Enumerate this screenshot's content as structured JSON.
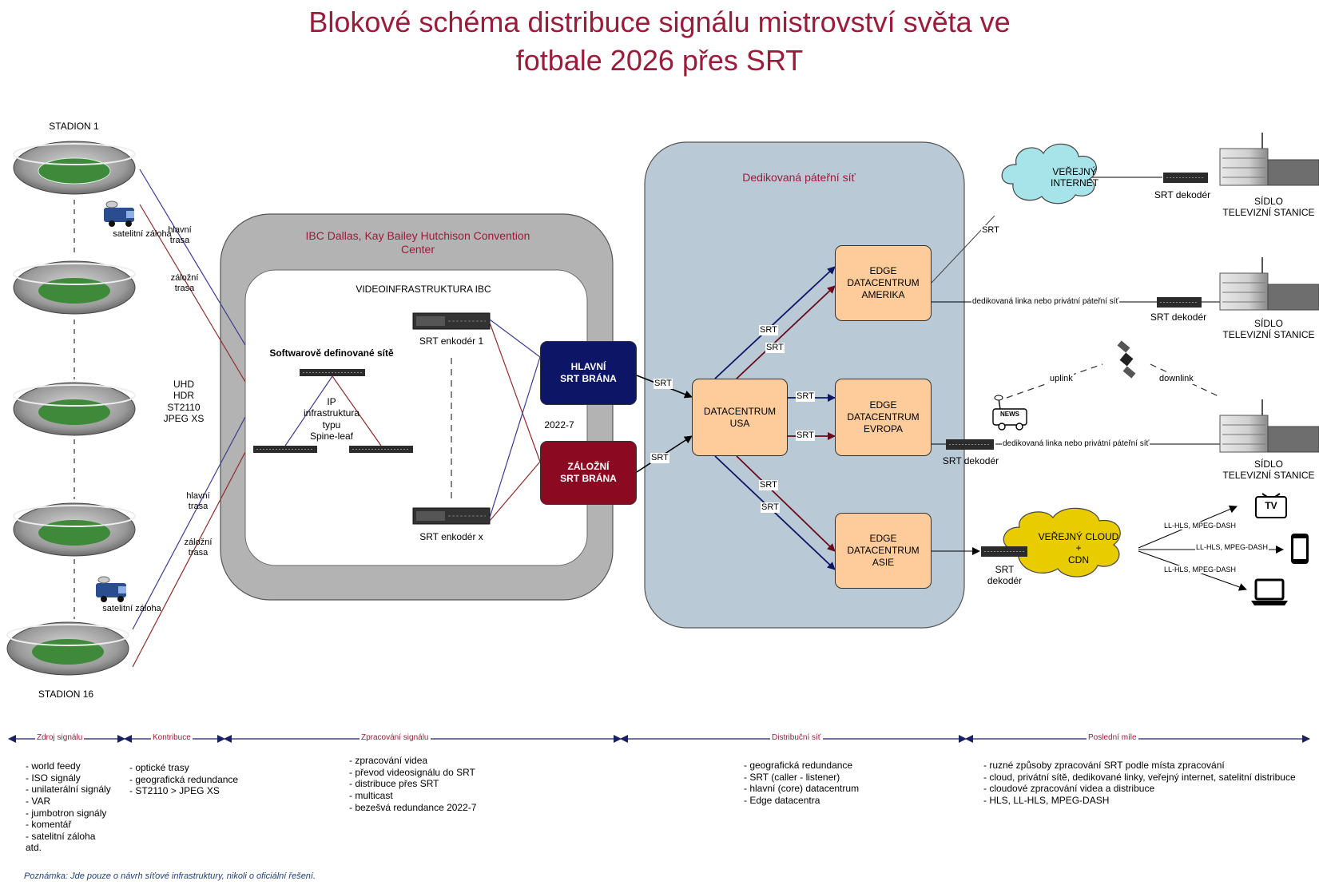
{
  "title": {
    "line1": "Blokové schéma distribuce signálu mistrovství světa ve",
    "line2": "fotbale 2026 přes SRT"
  },
  "stadiums": {
    "first": "STADION 1",
    "last": "STADION 16",
    "satellite_backup": "satelitní záloha",
    "signal_format": [
      "UHD",
      "HDR",
      "ST2110",
      "JPEG XS"
    ],
    "main_route": [
      "hlavní",
      "trasa"
    ],
    "backup_route": [
      "záložní",
      "trasa"
    ]
  },
  "ibc": {
    "title": [
      "IBC Dallas, Kay Bailey Hutchison Convention",
      "Center"
    ],
    "inner_title": "VIDEOINFRASTRUKTURA IBC",
    "sdn_title": "Softwarově definované sítě",
    "ip_infra": [
      "IP",
      "infrastruktura",
      "typu",
      "Spine-leaf"
    ],
    "encoder_1": "SRT enkodér 1",
    "encoder_x": "SRT enkodér x",
    "redundancy": "2022-7",
    "main_gateway": [
      "HLAVNÍ",
      "SRT BRÁNA"
    ],
    "backup_gateway": [
      "ZÁLOŽNÍ",
      "SRT BRÁNA"
    ]
  },
  "backbone": {
    "title": "Dedikovaná páteřní síť",
    "dc_usa": [
      "DATACENTRUM",
      "USA"
    ],
    "edge_america": [
      "EDGE",
      "DATACENTRUM",
      "AMERIKA"
    ],
    "edge_europe": [
      "EDGE",
      "DATACENTRUM",
      "EVROPA"
    ],
    "edge_asia": [
      "EDGE",
      "DATACENTRUM",
      "ASIE"
    ],
    "srt": "SRT"
  },
  "last_mile": {
    "public_internet": [
      "VEŘEJNÝ",
      "INTERNET"
    ],
    "srt_decoder": "SRT dekodér",
    "srt_decoder_split": [
      "SRT",
      "dekodér"
    ],
    "tv_station": [
      "SÍDLO",
      "TELEVIZNÍ STANICE"
    ],
    "dedicated_line": "dedikovaná linka nebo privátní páteřní síť",
    "uplink": "uplink",
    "downlink": "downlink",
    "news": "NEWS",
    "public_cloud": [
      "VEŘEJNÝ CLOUD",
      "+",
      "CDN"
    ],
    "hls": "LL-HLS, MPEG-DASH",
    "tv": "TV"
  },
  "phases": [
    {
      "name": "Zdroj signálu",
      "items": "- world feedy\n- ISO signály\n- unilaterální signály\n- VAR\n- jumbotron signály\n- komentář\n- satelitní záloha\natd."
    },
    {
      "name": "Kontribuce",
      "items": "- optické trasy\n- geografická redundance\n- ST2110 > JPEG XS"
    },
    {
      "name": "Zpracování signálu",
      "items": "- zpracování videa\n- převod videosignálu do SRT\n- distribuce přes SRT\n- multicast\n- bezešvá redundance 2022-7"
    },
    {
      "name": "Distribuční síť",
      "items": "- geografická redundance\n- SRT (caller - listener)\n- hlavní (core) datacentrum\n- Edge datacentra"
    },
    {
      "name": "Poslední míle",
      "items": "- ruzné způsoby zpracování SRT podle místa zpracování\n- cloud, privátní sítě, dedikované linky, veřejný internet, satelitní distribuce\n- cloudové zpracování videa a distribuce\n- HLS, LL-HLS, MPEG-DASH"
    }
  ],
  "note": "Poznámka: Jde pouze o návrh síťové infrastruktury, nikoli o oficiální řešení.",
  "colors": {
    "title": "#9b1b3a",
    "main_route": "#3b3b8f",
    "backup_route": "#8b2b2b",
    "main_gateway": "#0d1566",
    "backup_gateway": "#8b0a22",
    "edge": "#fdcc9a",
    "backbone": "#b9c9d6",
    "ibc": "#b3b3b3",
    "internet_cloud": "#a7e4ea",
    "cdn_cloud": "#e8cc00"
  }
}
